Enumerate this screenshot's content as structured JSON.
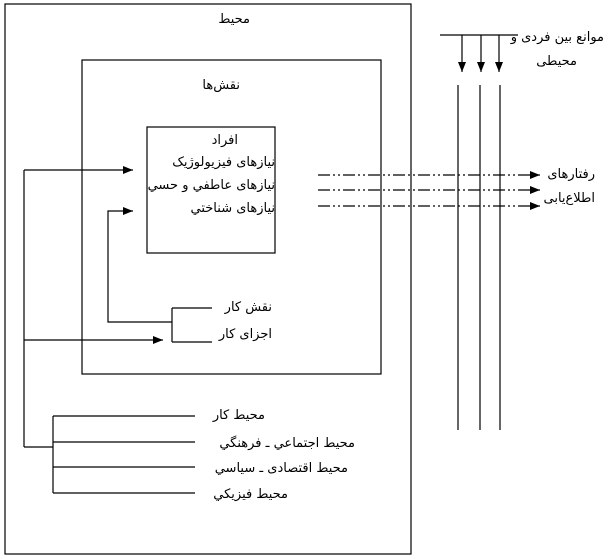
{
  "environment": {
    "title": "محیط"
  },
  "roles": {
    "title": "نقش‌ها"
  },
  "individuals": {
    "title": "افراد",
    "needs": [
      "نیازهای فیزیولوژیک",
      "نیازهای عاطفي و حسي",
      "نیازهای شناختي"
    ]
  },
  "job": {
    "items": [
      "نقش کار",
      "اجزای کار"
    ]
  },
  "environments": {
    "items": [
      "محیط کار",
      "محیط اجتماعي ـ فرهنگي",
      "محیط اقتصادی ـ سیاسي",
      "محیط فیزیکي"
    ]
  },
  "barriers": {
    "line1": "موانع بین فردی و",
    "line2": "محیطی"
  },
  "outputs": {
    "line1": "رفتارهای",
    "line2": "اطلاع‌یابی"
  }
}
